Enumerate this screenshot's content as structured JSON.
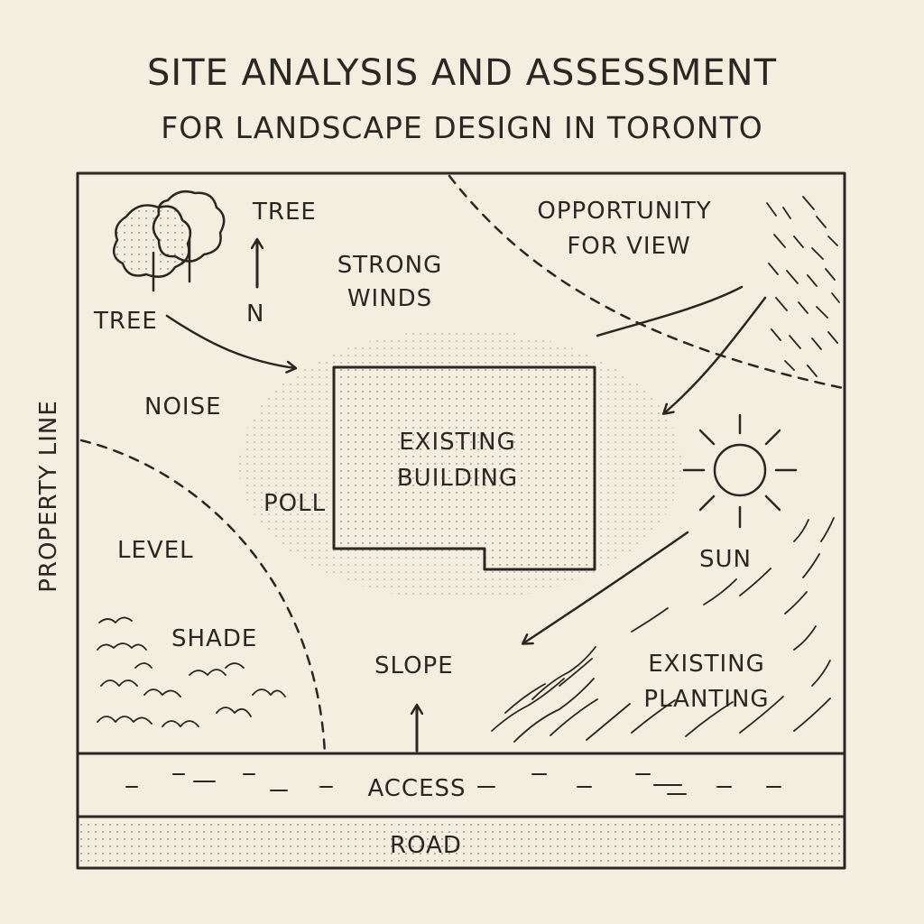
{
  "header": {
    "title": "SITE ANALYSIS AND ASSESSMENT",
    "subtitle": "FOR LANDSCAPE DESIGN IN TORONTO"
  },
  "labels": {
    "tree_top": "TREE",
    "tree_left": "TREE",
    "north": "N",
    "strong_winds_1": "STRONG",
    "strong_winds_2": "WINDS",
    "opportunity_1": "OPPORTUNITY",
    "opportunity_2": "FOR VIEW",
    "noise": "NOISE",
    "building_1": "EXISTING",
    "building_2": "BUILDING",
    "poll": "POLL",
    "level": "LEVEL",
    "sun": "SUN",
    "shade": "SHADE",
    "slope": "SLOPE",
    "planting_1": "EXISTING",
    "planting_2": "PLANTING",
    "access": "ACCESS",
    "road": "ROAD",
    "property_line": "PROPERTY LINE"
  },
  "colors": {
    "ink": "#2a2722",
    "paper": "#f4eee0"
  }
}
